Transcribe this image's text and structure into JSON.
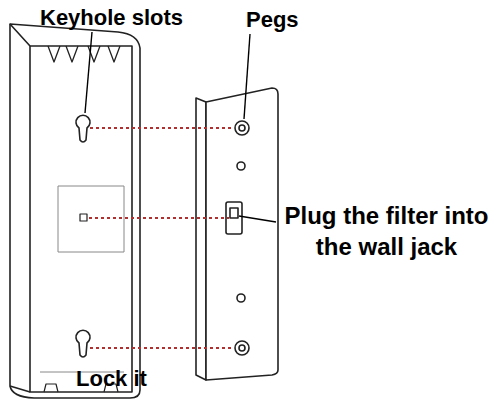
{
  "diagram": {
    "labels": [
      "Keyhole slots",
      "Pegs",
      "Plug the filter into the wall jack",
      "Lock it"
    ]
  }
}
